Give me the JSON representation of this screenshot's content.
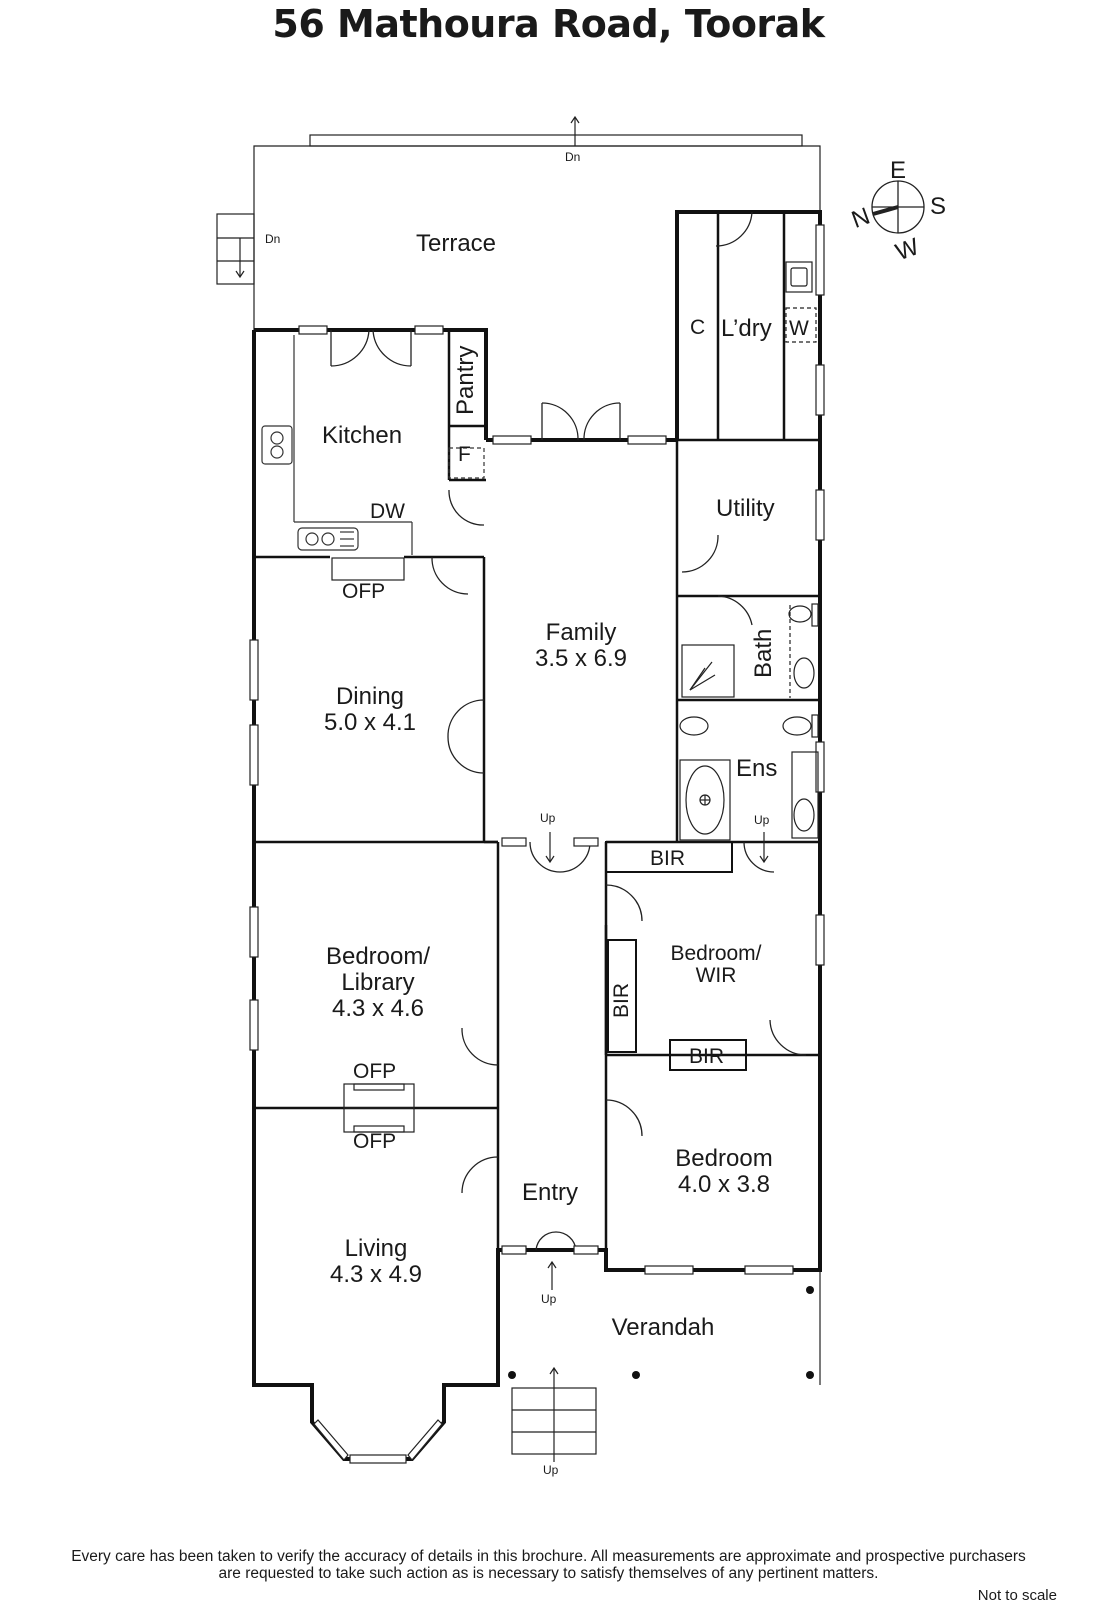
{
  "title": "56 Mathoura Road, Toorak",
  "compass": {
    "e": "E",
    "s": "S",
    "w": "W",
    "n": "N"
  },
  "rooms": {
    "terrace": "Terrace",
    "kitchen": "Kitchen",
    "pantry": "Pantry",
    "fridge": "F",
    "dishwasher": "DW",
    "laundry": "L’dry",
    "cupboard": "C",
    "washer": "W",
    "utility": "Utility",
    "bath": "Bath",
    "ensuite": "Ens",
    "family": "Family",
    "family_dims": "3.5 x 6.9",
    "dining": "Dining",
    "dining_dims": "5.0 x 4.1",
    "bed_library_1": "Bedroom/",
    "bed_library_2": "Library",
    "bed_library_dims": "4.3 x 4.6",
    "bed_wir_1": "Bedroom/",
    "bed_wir_2": "WIR",
    "bedroom": "Bedroom",
    "bedroom_dims": "4.0 x 3.8",
    "entry": "Entry",
    "living": "Living",
    "living_dims": "4.3 x 4.9",
    "verandah": "Verandah",
    "bir": "BIR",
    "ofp": "OFP"
  },
  "stairs": {
    "dn": "Dn",
    "up": "Up"
  },
  "disclaimer": {
    "line1": "Every care has been taken to verify the accuracy of details in this brochure.  All measurements are approximate and prospective purchasers",
    "line2": "are requested to take such action as is necessary to satisfy themselves of any pertinent matters."
  },
  "not_to_scale": "Not to scale"
}
